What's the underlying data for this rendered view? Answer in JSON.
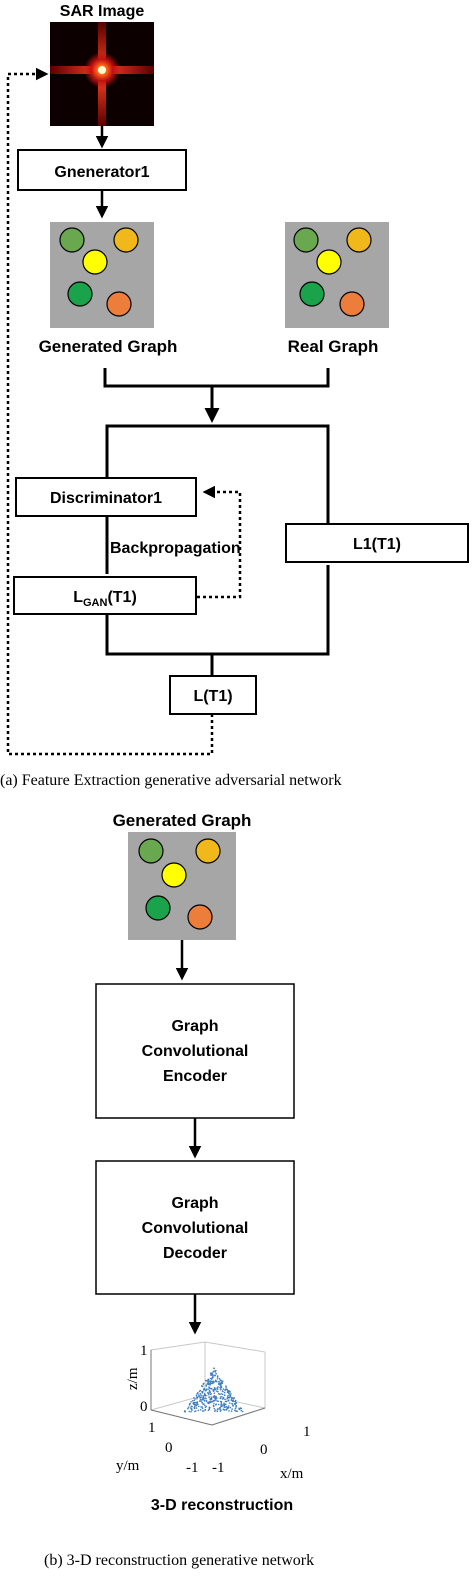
{
  "panel_a": {
    "sar_label": "SAR Image",
    "generator_label": "Gnenerator1",
    "generated_graph_label": "Generated Graph",
    "real_graph_label": "Real Graph",
    "discriminator_label": "Discriminator1",
    "backprop_label": "Backpropagation",
    "lgan_main": "L",
    "lgan_sub": "GAN",
    "lgan_suffix": "(T1)",
    "l1_label": "L1(T1)",
    "l_label": "L(T1)",
    "caption": "(a) Feature Extraction generative adversarial network"
  },
  "panel_b": {
    "generated_graph_label": "Generated Graph",
    "encoder_lines": [
      "Graph",
      "Convolutional",
      "Encoder"
    ],
    "decoder_lines": [
      "Graph",
      "Convolutional",
      "Decoder"
    ],
    "plot": {
      "zlabel": "z/m",
      "ylabel": "y/m",
      "xlabel": "x/m",
      "z_ticks": [
        "1",
        "0"
      ],
      "y_ticks": [
        "1",
        "0",
        "-1"
      ],
      "x_ticks": [
        "-1",
        "0",
        "1"
      ]
    },
    "reconstruction_label": "3-D reconstruction",
    "caption": "(b) 3-D reconstruction generative network"
  },
  "colors": {
    "graph_bg": "#a6a6a6",
    "node_olive_green": "#6aa84f",
    "node_orange_yellow": "#f1b81b",
    "node_yellow": "#ffff00",
    "node_green": "#1aa34a",
    "node_orange": "#ec7d3a",
    "point_cloud": "#3f7fc0"
  }
}
